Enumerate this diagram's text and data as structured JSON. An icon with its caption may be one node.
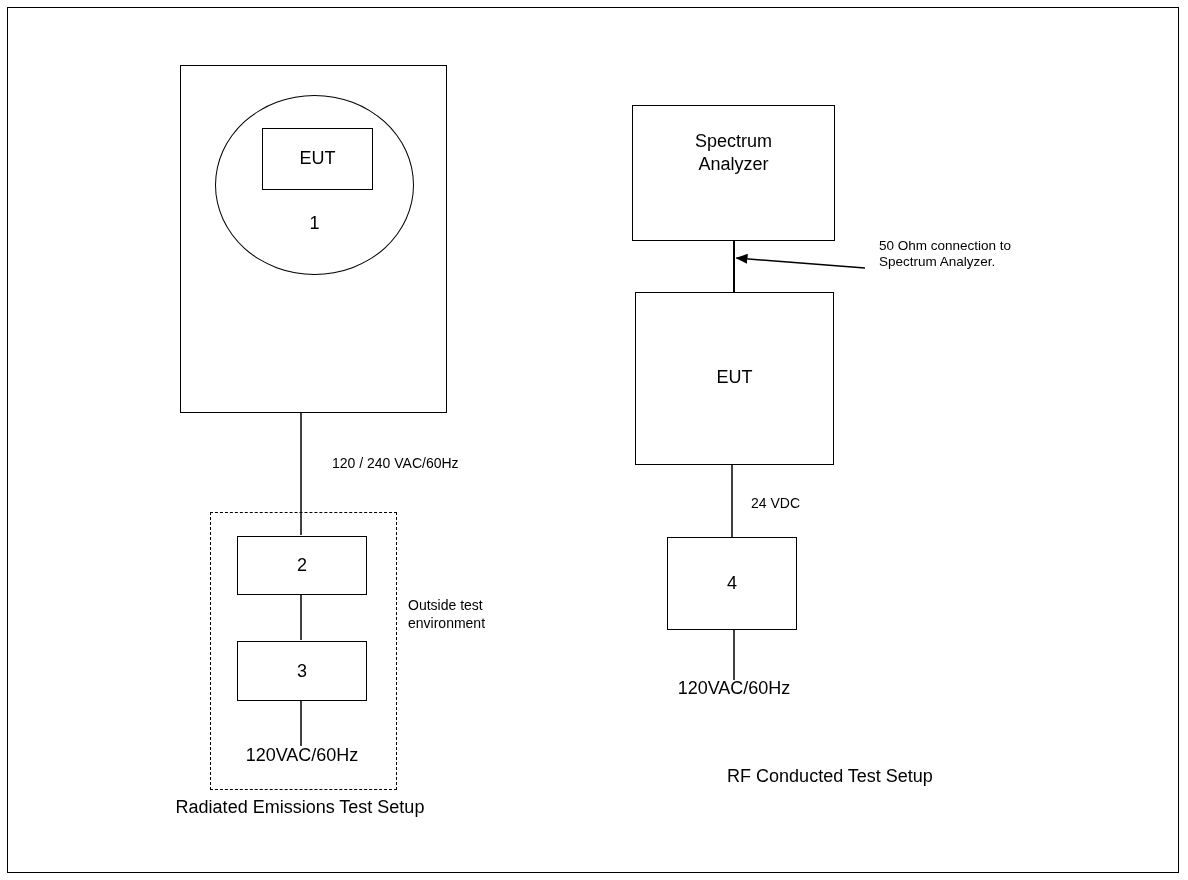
{
  "diagram": {
    "nodes": [
      {
        "text": [],
        "shape": "box"
      },
      {
        "text": [
          "1"
        ],
        "in": 0
      },
      {
        "text": [
          "EUT"
        ],
        "in": 1
      },
      {
        "text": [],
        "shape": "box",
        "beside": [
          "Outside test environment"
        ]
      },
      {
        "text": [
          "2"
        ],
        "in": 3
      },
      {
        "text": [
          "3"
        ],
        "in": 3
      },
      {
        "text": [
          "120VAC/60Hz"
        ],
        "in": 3
      },
      {
        "text": [
          "Spectrum Analyzer"
        ]
      },
      {
        "text": [
          "EUT"
        ]
      },
      {
        "text": [
          "4"
        ]
      },
      {
        "text": [
          "120VAC/60Hz"
        ]
      },
      {
        "text": [
          "50 Ohm connection to Spectrum Analyzer."
        ]
      },
      {
        "text": [],
        "shape": "line"
      }
    ],
    "edges": [
      {
        "from": 0,
        "to": 4,
        "arrow": "none",
        "label": "120 / 240 VAC/60Hz"
      },
      {
        "from": 4,
        "to": 5,
        "arrow": "none"
      },
      {
        "from": 5,
        "to": 6,
        "arrow": "none"
      },
      {
        "from": 8,
        "to": 9,
        "arrow": "none",
        "label": "24 VDC"
      },
      {
        "from": 9,
        "to": 10,
        "arrow": "none"
      },
      {
        "from": 11,
        "to": 12,
        "arrow": "to"
      }
    ],
    "labels": [
      "Radiated Emissions Test Setup",
      "RF Conducted Test Setup"
    ]
  }
}
